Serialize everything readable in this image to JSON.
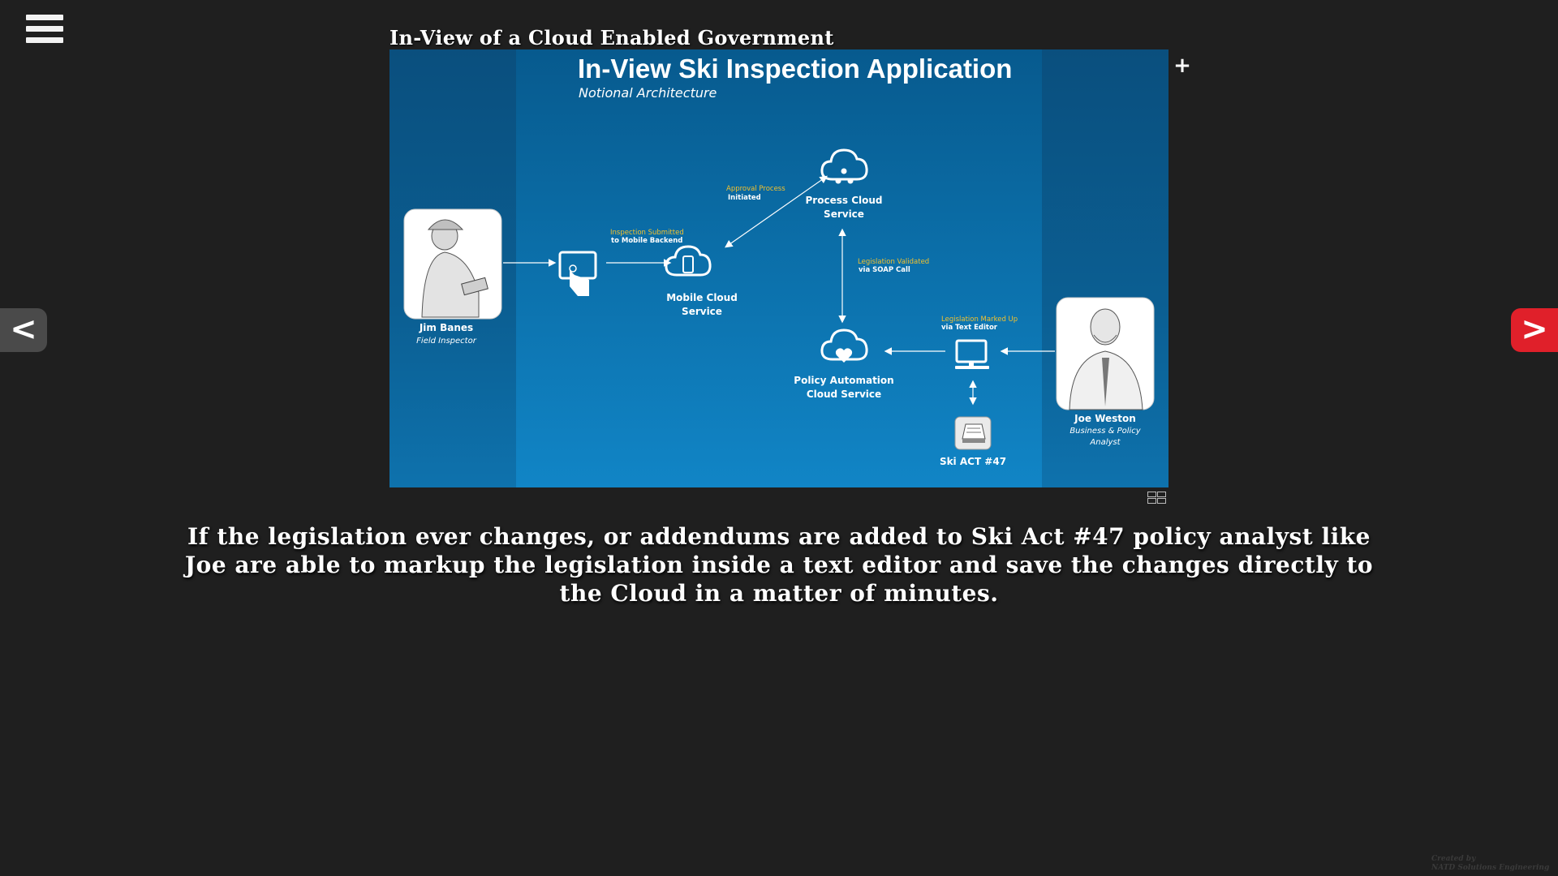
{
  "header": {
    "slide_title": "In-View of a Cloud Enabled Government",
    "menu_icon": "hamburger-menu-icon"
  },
  "slide": {
    "title": "In-View Ski Inspection Application",
    "subtitle": "Notional Architecture",
    "field_inspector": {
      "name": "Jim Banes",
      "role": "Field Inspector"
    },
    "analyst": {
      "name": "Joe Weston",
      "role_line1": "Business & Policy",
      "role_line2": "Analyst"
    },
    "mobile_cloud": {
      "line1": "Mobile Cloud",
      "line2": "Service"
    },
    "process_cloud": {
      "line1": "Process Cloud",
      "line2": "Service"
    },
    "policy_cloud": {
      "line1": "Policy Automation",
      "line2": "Cloud Service"
    },
    "ski_act": "Ski ACT #47",
    "labels": {
      "inspection_submitted": "Inspection Submitted",
      "to_mobile_backend": "to Mobile Backend",
      "approval_process": "Approval Process",
      "initiated": "Initiated",
      "legislation_validated": "Legislation Validated",
      "via_soap": "via SOAP Call",
      "legislation_marked": "Legislation Marked Up",
      "via_text_editor": "via  Text Editor"
    }
  },
  "controls": {
    "expand": "+",
    "prev": "<",
    "next": ">"
  },
  "caption": "If the legislation ever changes, or addendums are added to Ski Act #47 policy analyst like Joe are able to markup the legislation inside a text editor and save the changes directly to the Cloud in a matter of minutes.",
  "credit": {
    "line1": "Created by",
    "line2": "NATD Solutions Engineering"
  },
  "colors": {
    "background": "#1f1f1f",
    "slide_blue": "#0f78b6",
    "next_button": "#e0202a",
    "prev_button": "#4a4a4a",
    "annotation_yellow": "#f2c12e"
  }
}
